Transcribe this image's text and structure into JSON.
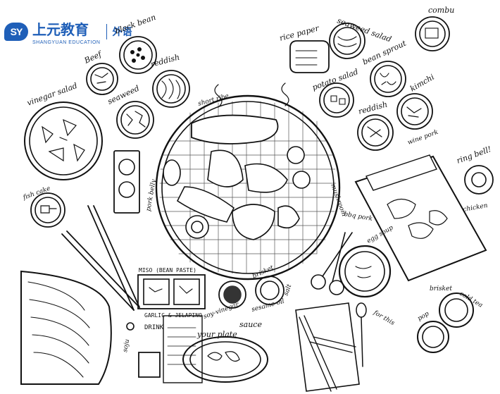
{
  "logo": {
    "mark": "SY",
    "cn": "上元教育",
    "en": "SHANGYUAN EDUCATION",
    "sub": "外语"
  },
  "labels": {
    "black_bean": "black bean",
    "beef": "Beef",
    "reddish_1": "reddish",
    "vinegar_salad": "vinegar salad",
    "seaweed": "seaweed",
    "short_rib": "short ribe",
    "rice_paper": "rice paper",
    "seaweed_salad": "seaweed salad",
    "combu": "combu",
    "bean_sprout": "bean sprout",
    "potato_salad": "potato salad",
    "kimchi": "kimchi",
    "reddish_2": "reddish",
    "wine_pork": "wine pork",
    "ring_bell": "ring bell!",
    "chicken": "chicken",
    "fish_cake": "fish cake",
    "pork_belly": "pork belly",
    "mushroom": "mushroom",
    "bbq_pork": "bbq pork",
    "egg_soup": "egg soup",
    "brisket_1": "brisket",
    "brisket_2": "brisket",
    "cold_tea": "cold tea",
    "pop": "pop",
    "miso": "MISO (BEAN PASTE)",
    "garlic": "GARLIC & JELAPINO",
    "soy_vinegar": "soy-vinegar",
    "sesame_oil": "sesame oil",
    "salt": "salt",
    "sauce": "sauce",
    "drink": "DRINK",
    "soju": "soju",
    "your_plate": "your plate",
    "for_this": "for this"
  }
}
